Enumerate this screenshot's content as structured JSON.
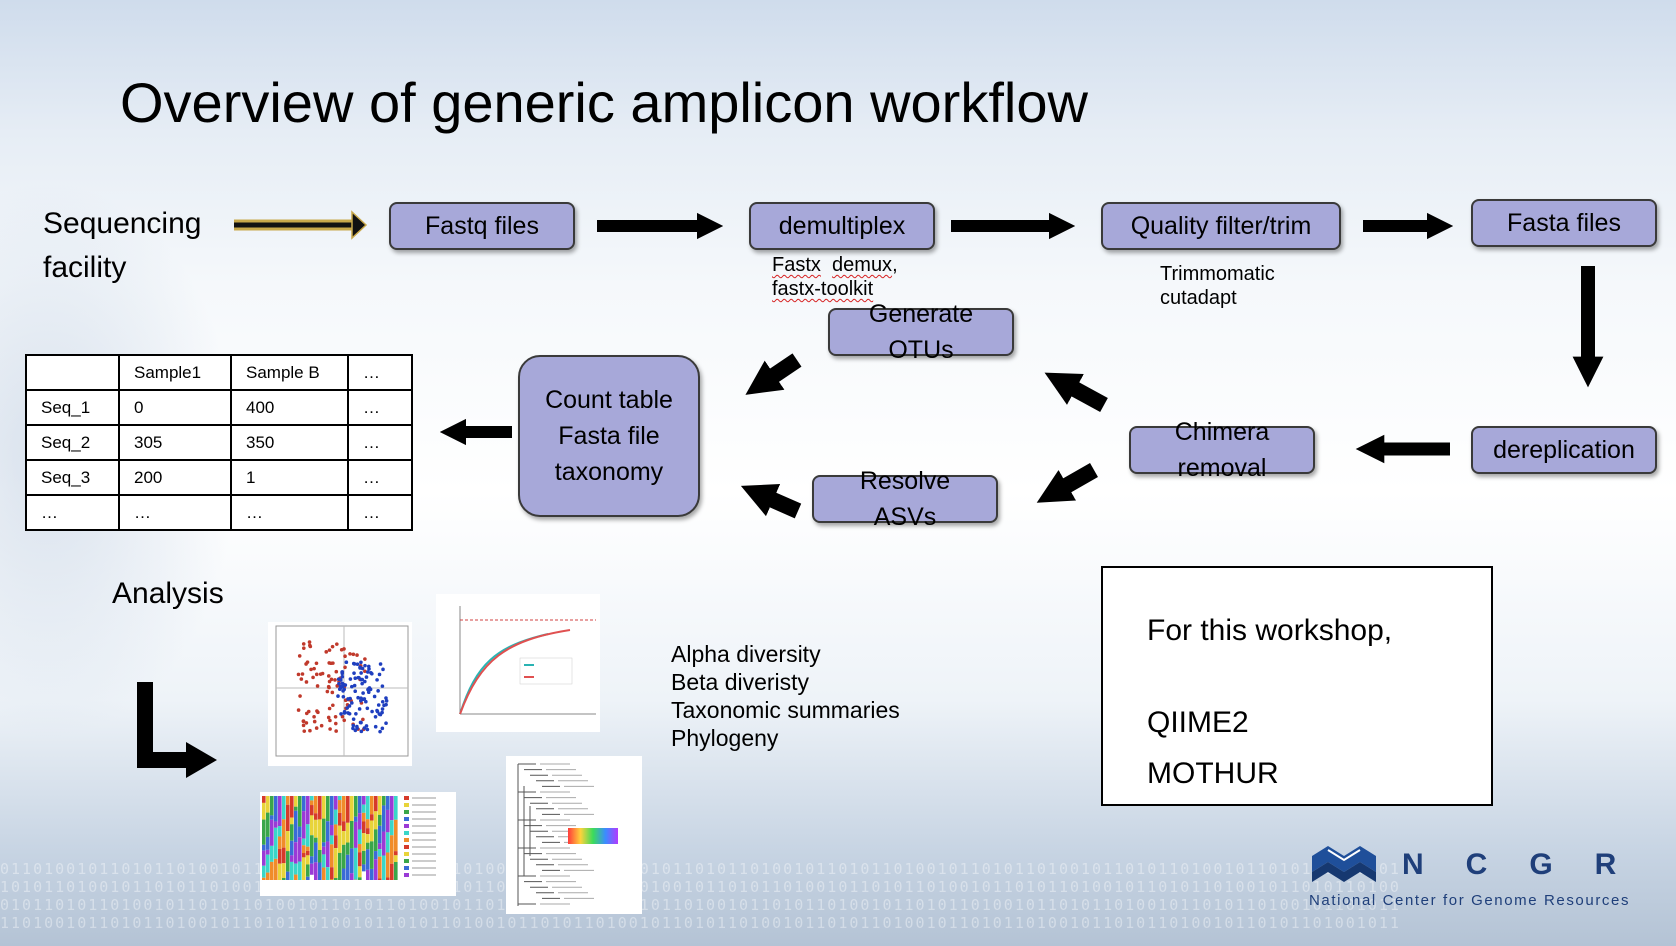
{
  "title": "Overview of generic amplicon workflow",
  "source": "Sequencing facility",
  "steps": {
    "fastq": "Fastq files",
    "demux": "demultiplex",
    "quality": "Quality filter/trim",
    "fasta": "Fasta files",
    "derep": "dereplication",
    "chimera": "Chimera removal",
    "otu": "Generate OTUs",
    "asv": "Resolve ASVs",
    "count_line1": "Count table",
    "count_line2": "Fasta file",
    "count_line3": "taxonomy"
  },
  "tools": {
    "demux_part1": "Fastx",
    "demux_part2": "demux",
    "demux_part3": ",",
    "demux_line2": "fastx-toolkit",
    "trim_line1": "Trimmomatic",
    "trim_line2": "cutadapt"
  },
  "table": {
    "header": [
      "",
      "Sample1",
      "Sample B",
      "…"
    ],
    "rows": [
      [
        "Seq_1",
        "0",
        "400",
        "…"
      ],
      [
        "Seq_2",
        "305",
        "350",
        "…"
      ],
      [
        "Seq_3",
        "200",
        "1",
        "…"
      ],
      [
        "…",
        "…",
        "…",
        "…"
      ]
    ]
  },
  "analysis_label": "Analysis",
  "analyses": [
    "Alpha diversity",
    "Beta diveristy",
    "Taxonomic summaries",
    "Phylogeny"
  ],
  "workshop": {
    "line1": "For this workshop,",
    "tool1": "QIIME2",
    "tool2": "MOTHUR"
  },
  "logo": {
    "letters": "NCGR",
    "name": "National Center for Genome Resources"
  },
  "colors": {
    "box_fill": "#a7a8d9",
    "logo_blue": "#1f3f7a"
  }
}
